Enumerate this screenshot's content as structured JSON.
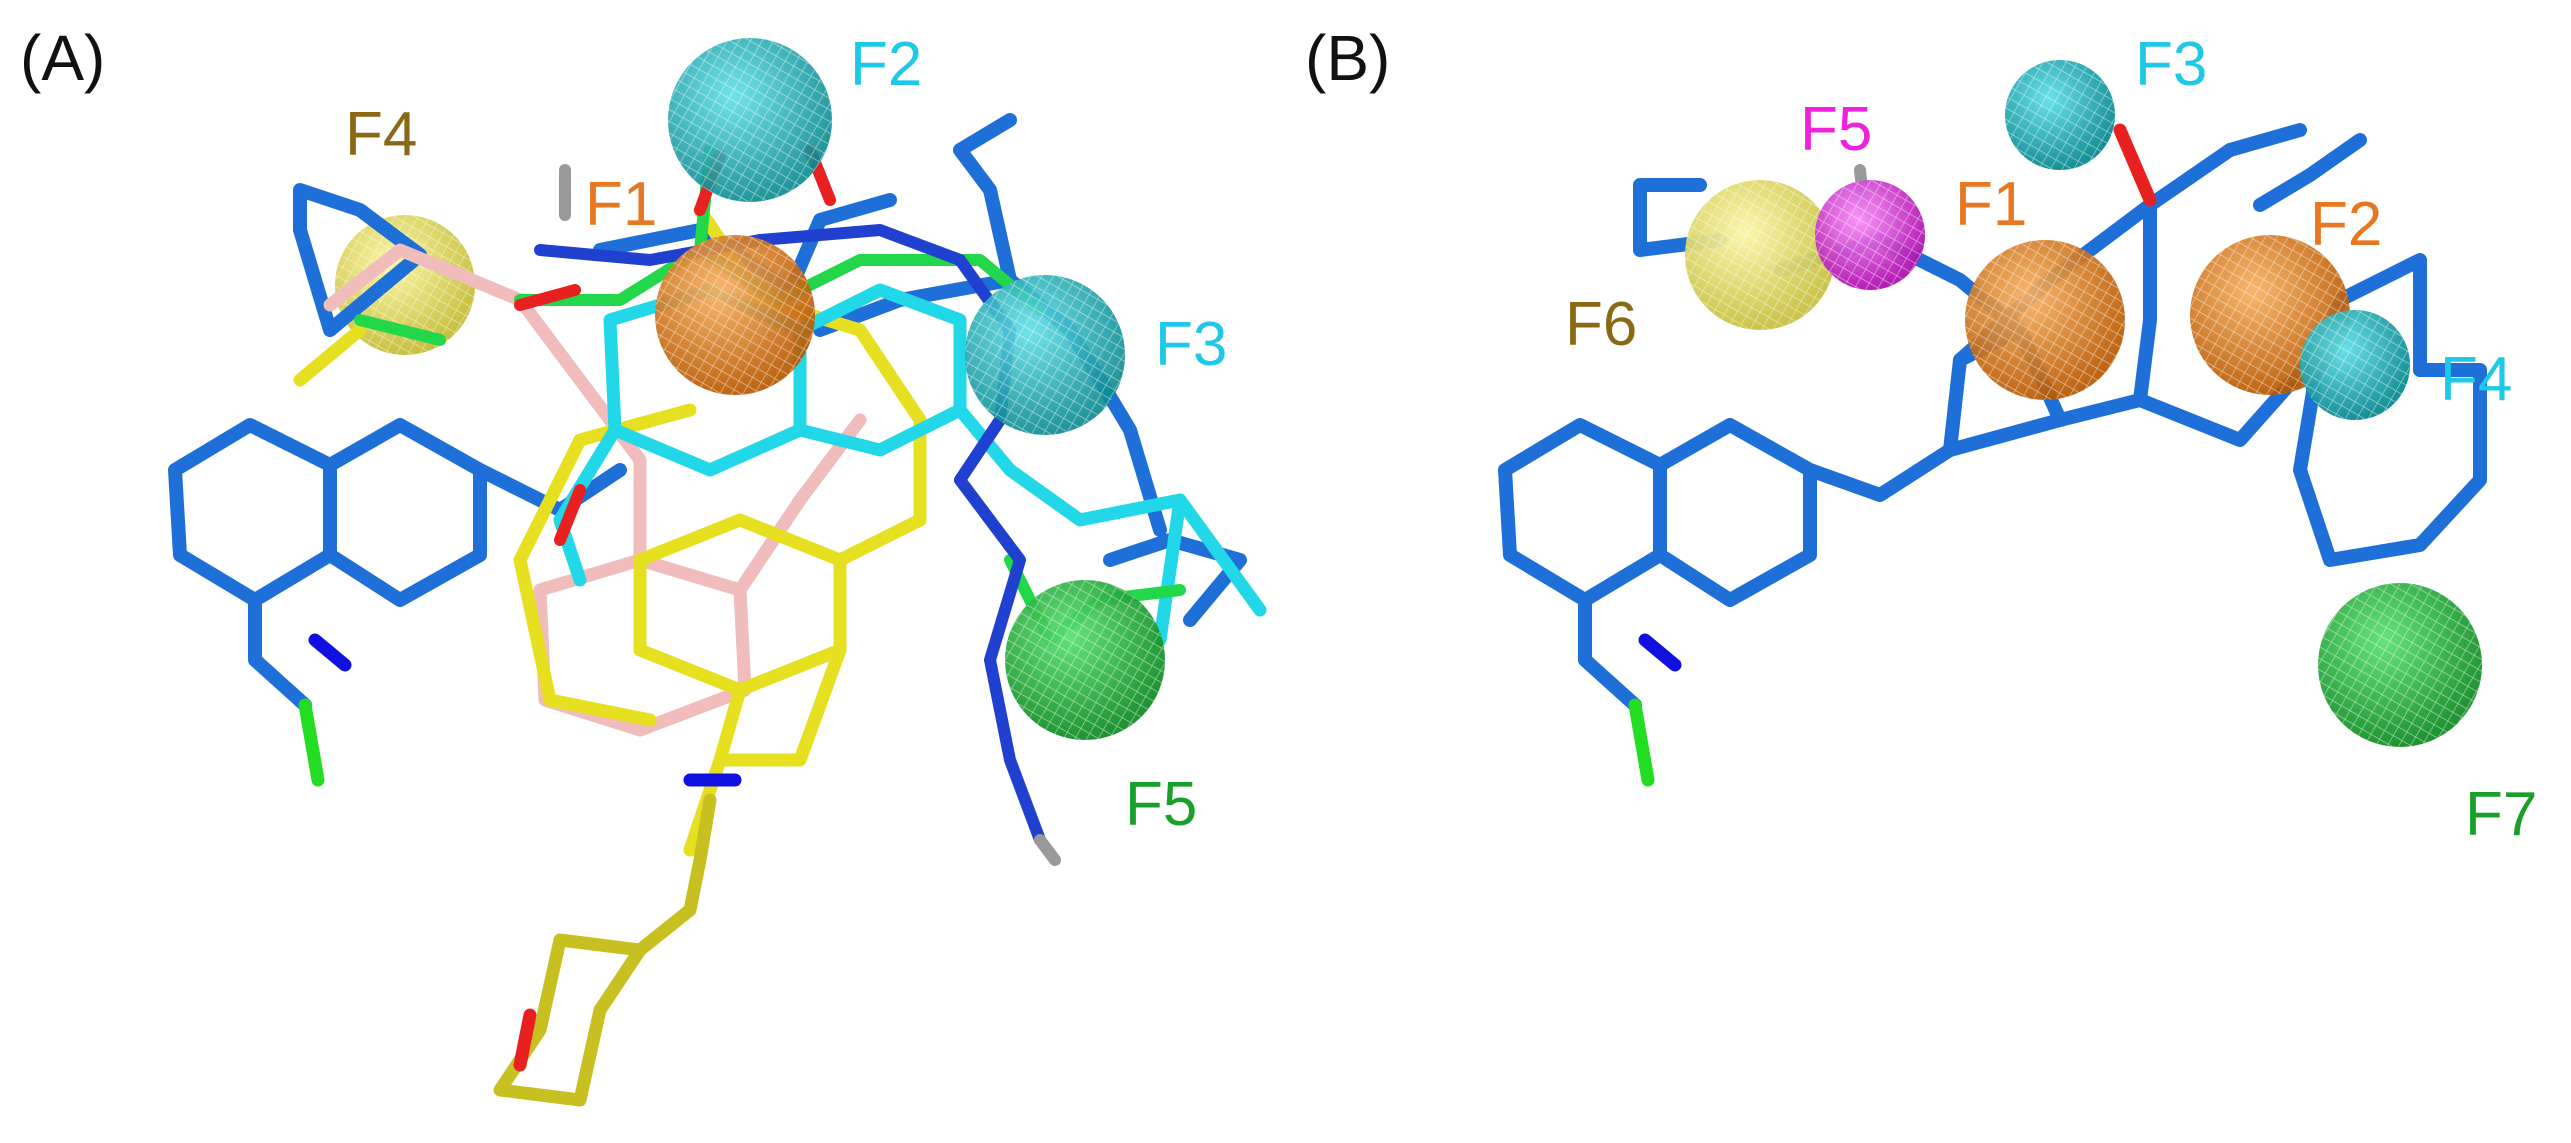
{
  "panels": [
    {
      "label": "(A)",
      "features": [
        {
          "name": "F1",
          "kind": "aromatic",
          "color": "#e87722"
        },
        {
          "name": "F2",
          "kind": "acceptor",
          "color": "#1ec8e8"
        },
        {
          "name": "F3",
          "kind": "acceptor",
          "color": "#1ec8e8"
        },
        {
          "name": "F4",
          "kind": "hydrophobic",
          "color": "#8b6914"
        },
        {
          "name": "F5",
          "kind": "positive",
          "color": "#1aa02a"
        }
      ]
    },
    {
      "label": "(B)",
      "features": [
        {
          "name": "F1",
          "kind": "aromatic",
          "color": "#e87722"
        },
        {
          "name": "F2",
          "kind": "aromatic",
          "color": "#e87722"
        },
        {
          "name": "F3",
          "kind": "acceptor",
          "color": "#1ec8e8"
        },
        {
          "name": "F4",
          "kind": "acceptor",
          "color": "#1ec8e8"
        },
        {
          "name": "F5",
          "kind": "donor",
          "color": "#ee22dd"
        },
        {
          "name": "F6",
          "kind": "hydrophobic",
          "color": "#8b6914"
        },
        {
          "name": "F7",
          "kind": "positive",
          "color": "#1aa02a"
        }
      ]
    }
  ],
  "colors": {
    "ligand_blue": "#1e6fd8",
    "nitrogen": "#1010e0",
    "oxygen": "#e82020",
    "chlorine": "#22dd22",
    "hydrogen": "#999999",
    "yellow_ligand": "#e6e020",
    "pink_ligand": "#f0bcbc",
    "cyan_ligand": "#22d8e8",
    "green_ligand": "#22d84a",
    "olive_ligand": "#c8c020",
    "sphere_orange": "#e07818",
    "sphere_cyan": "#10b0b8",
    "sphere_green": "#18b830",
    "sphere_yellow": "#e8e060",
    "sphere_magenta": "#e020e0"
  }
}
